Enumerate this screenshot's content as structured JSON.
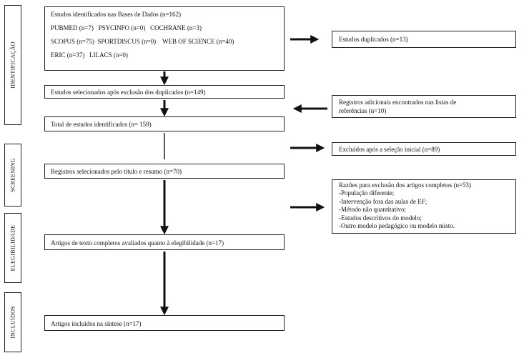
{
  "stages": {
    "identificacao": "IDENTIFICAÇÃO",
    "screening": "SCREENING",
    "elegibilidade": "ELEGIBILIDADE",
    "incluidos": "INCLUÍDOS"
  },
  "boxes": {
    "identified": {
      "title": "Estudos identificados nas Bases de Dados (n=162)",
      "line1": "PUBMED (n=7)   PSYCINFO (n=0)   COCHRANE (n=3)",
      "line2": "SCOPUS (n=75)  SPORTDISCUS (n=0)    WEB OF SCIENCE (n=40)",
      "line3": "ERIC (n=37)   LILACS (n=0)"
    },
    "duplicates": "Estudos duplicados (n=13)",
    "after_dup": "Estudos selecionados após exclusão dos duplicados (n=149)",
    "additional": {
      "line1": "Registros adicionais encontrados nas listas de",
      "line2": "referências (n=10)"
    },
    "total": "Total de estudos identificados (n= 159)",
    "excluded_initial": "Excluídos após a seleção inicial (n=89)",
    "screened": "Registros selecionados pelo título e resumo (n=70)",
    "reasons": {
      "title": "Razões para exclusão dos artigos completos (n=53)",
      "items": [
        "-População diferente;",
        "-Intervenção fora das aulas de EF;",
        "-Método não quantitativo;",
        "-Estudos descritivos do modelo;",
        "-Outro modelo pedagógico ou modelo misto."
      ]
    },
    "eligible": "Artigos de texto completos avaliados quanto à elegibilidade (n=17)",
    "included": "Artigos incluídos na síntese (n=17)"
  }
}
